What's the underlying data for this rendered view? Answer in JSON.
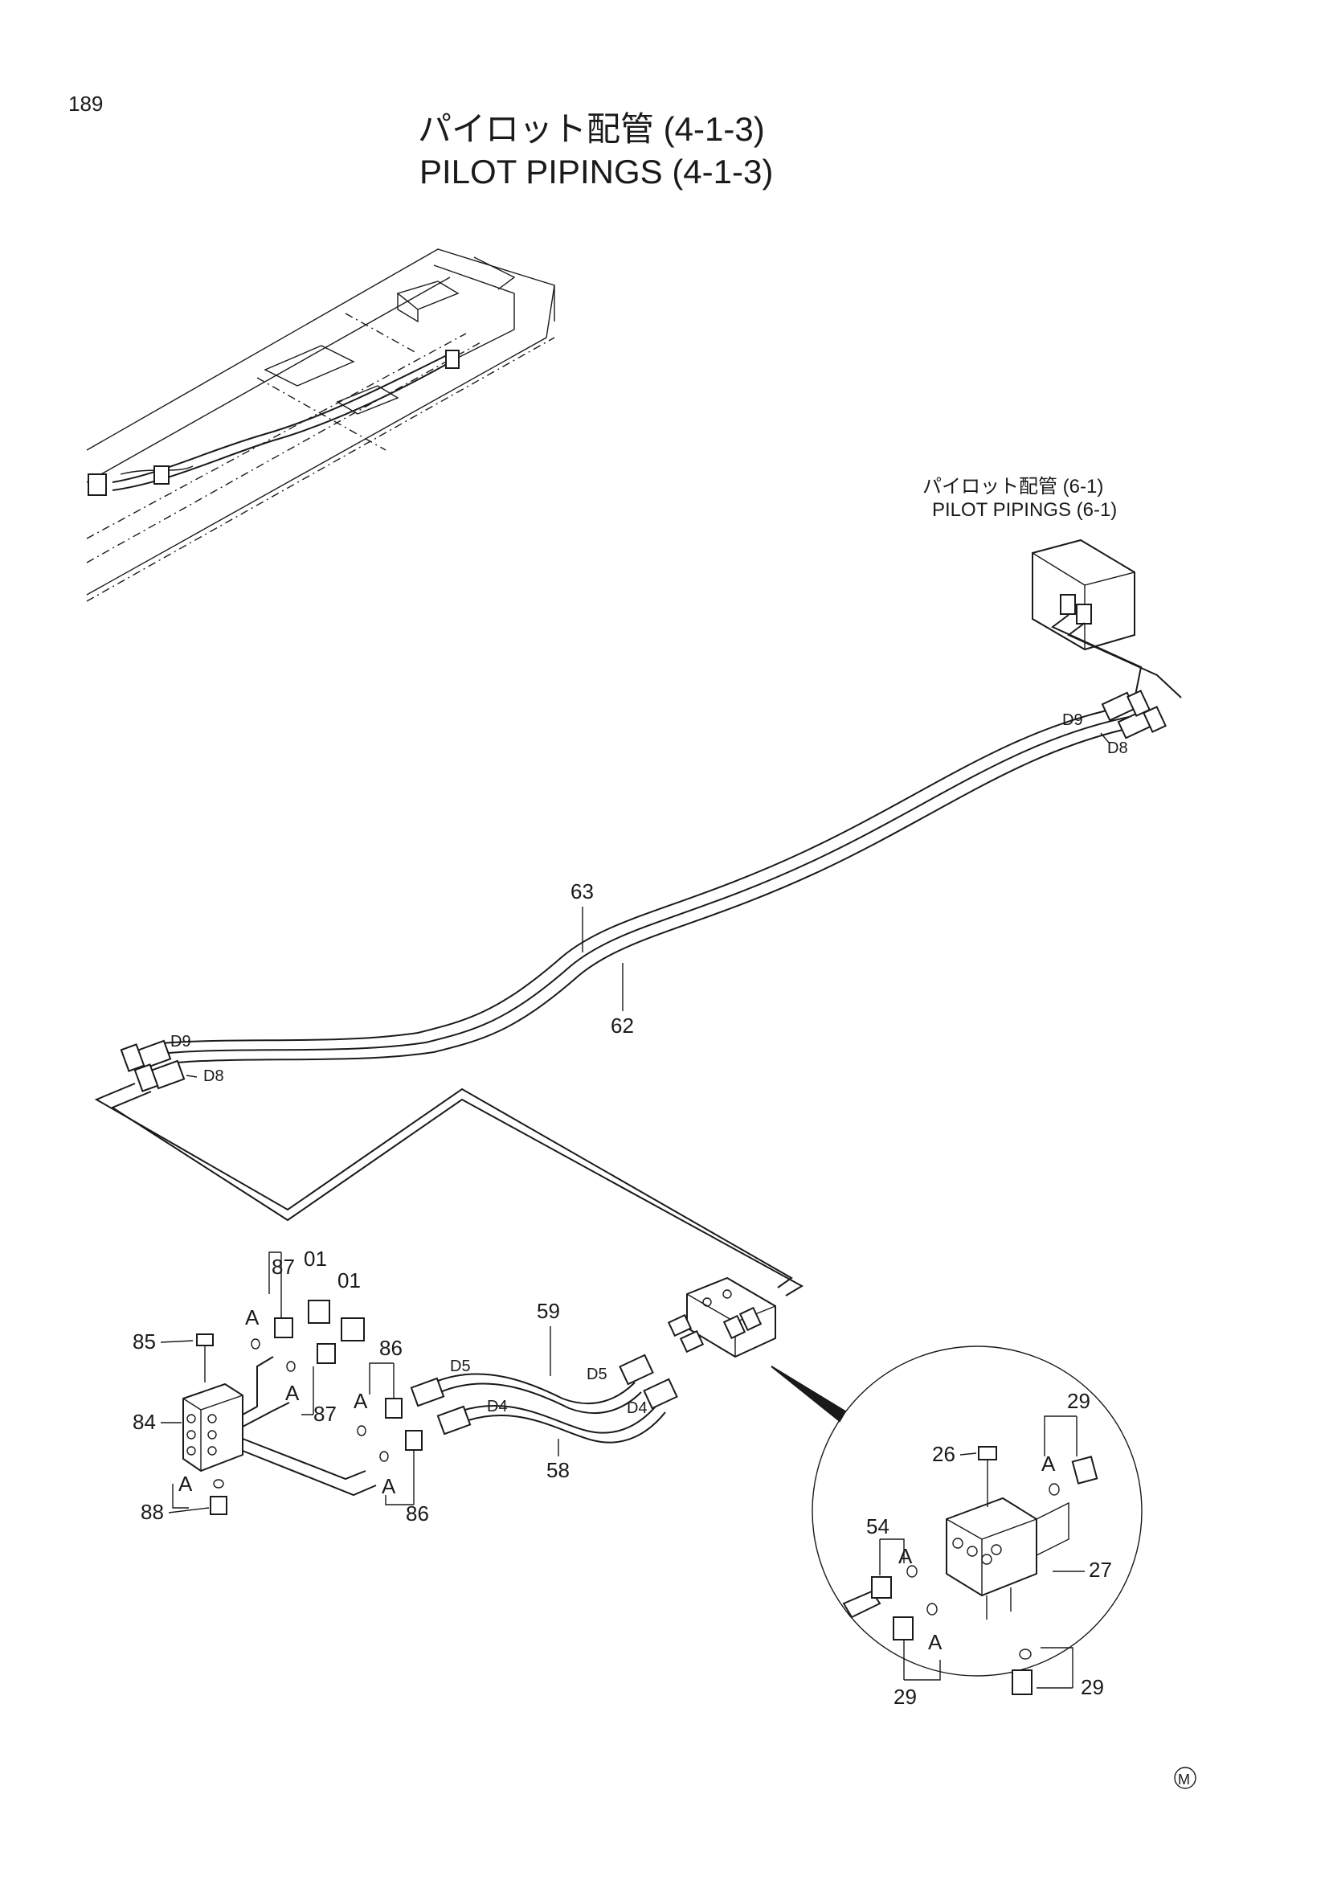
{
  "page": {
    "number": "189",
    "title_jp": "パイロット配管 (4-1-3)",
    "title_en": "PILOT PIPINGS (4-1-3)",
    "ref_jp": "パイロット配管 (6-1)",
    "ref_en": "PILOT PIPINGS (6-1)",
    "mark": "M"
  },
  "callouts": {
    "c63": "63",
    "c62": "62",
    "c59": "59",
    "c58": "58",
    "c87a": "87",
    "c87b": "87",
    "c01a": "01",
    "c01b": "01",
    "c85": "85",
    "c84": "84",
    "c88": "88",
    "c86a": "86",
    "c86b": "86",
    "c26": "26",
    "c27": "27",
    "c54": "54",
    "c29a": "29",
    "c29b": "29",
    "c29c": "29"
  },
  "markers": {
    "d9a": "D9",
    "d8a": "D8",
    "d9b": "D9",
    "d8b": "D8",
    "d5a": "D5",
    "d5b": "D5",
    "d4a": "D4",
    "d4b": "D4",
    "aa": "A",
    "ab": "A",
    "ac": "A",
    "ad": "A",
    "ae": "A",
    "af": "A",
    "ag": "A",
    "ah": "A"
  }
}
